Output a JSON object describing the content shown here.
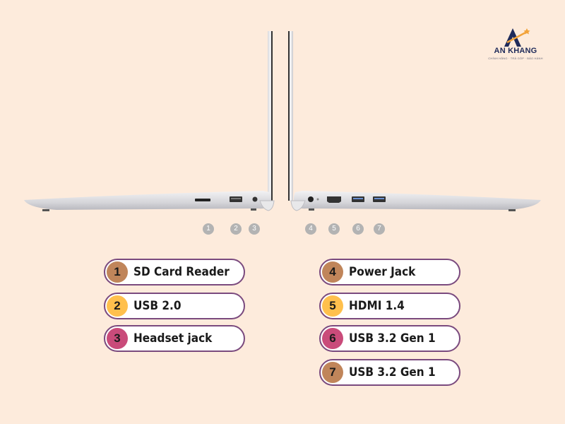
{
  "brand": {
    "name": "AN KHANG",
    "tagline": "CHÍNH HÃNG · TRẢ GÓP · BẢO HÀNH"
  },
  "colors": {
    "background": "#fdebdc",
    "brown": "#c0855a",
    "yellow": "#ffc04d",
    "pink": "#c94b7a",
    "pill_border": "#7a4a7e",
    "port_marker": "#b3b3b3"
  },
  "port_markers": [
    "1",
    "2",
    "3",
    "4",
    "5",
    "6",
    "7"
  ],
  "left_ports": [
    {
      "num": "1",
      "label": "SD Card Reader",
      "color": "brown"
    },
    {
      "num": "2",
      "label": "USB 2.0",
      "color": "yellow"
    },
    {
      "num": "3",
      "label": "Headset jack",
      "color": "pink"
    }
  ],
  "right_ports": [
    {
      "num": "4",
      "label": "Power Jack",
      "color": "brown"
    },
    {
      "num": "5",
      "label": "HDMI 1.4",
      "color": "yellow"
    },
    {
      "num": "6",
      "label": "USB 3.2 Gen 1",
      "color": "pink"
    },
    {
      "num": "7",
      "label": "USB 3.2 Gen 1",
      "color": "brown"
    }
  ]
}
